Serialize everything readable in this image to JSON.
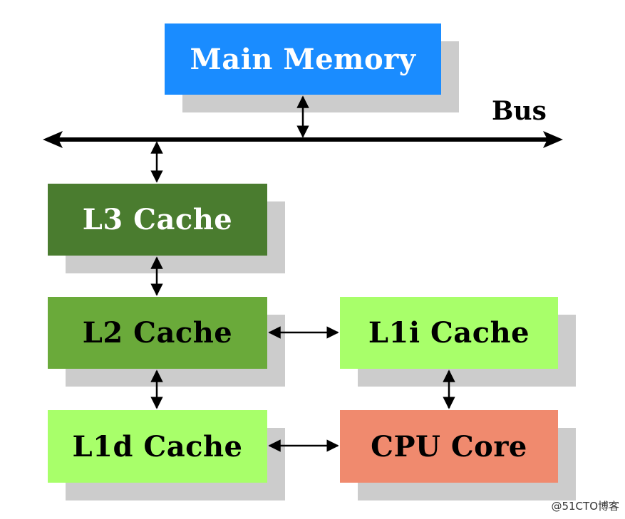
{
  "diagram": {
    "nodes": {
      "main_memory": {
        "label": "Main Memory",
        "fill": "#1a8cff",
        "text_color": "#ffffff"
      },
      "l3_cache": {
        "label": "L3 Cache",
        "fill": "#4a7c2f",
        "text_color": "#ffffff"
      },
      "l2_cache": {
        "label": "L2 Cache",
        "fill": "#6aaa3a",
        "text_color": "#000000"
      },
      "l1i_cache": {
        "label": "L1i Cache",
        "fill": "#a8ff6a",
        "text_color": "#000000"
      },
      "l1d_cache": {
        "label": "L1d Cache",
        "fill": "#a8ff6a",
        "text_color": "#000000"
      },
      "cpu_core": {
        "label": "CPU Core",
        "fill": "#f08a6e",
        "text_color": "#000000"
      }
    },
    "bus_label": "Bus",
    "shadow_color": "#cccccc",
    "connections": [
      {
        "from": "main_memory",
        "to": "bus",
        "direction": "bidirectional"
      },
      {
        "from": "bus",
        "to": "l3_cache",
        "direction": "bidirectional"
      },
      {
        "from": "l3_cache",
        "to": "l2_cache",
        "direction": "bidirectional"
      },
      {
        "from": "l2_cache",
        "to": "l1d_cache",
        "direction": "bidirectional"
      },
      {
        "from": "l2_cache",
        "to": "l1i_cache",
        "direction": "bidirectional"
      },
      {
        "from": "l1i_cache",
        "to": "cpu_core",
        "direction": "bidirectional"
      },
      {
        "from": "l1d_cache",
        "to": "cpu_core",
        "direction": "bidirectional"
      }
    ]
  },
  "watermark": "@51CTO博客"
}
